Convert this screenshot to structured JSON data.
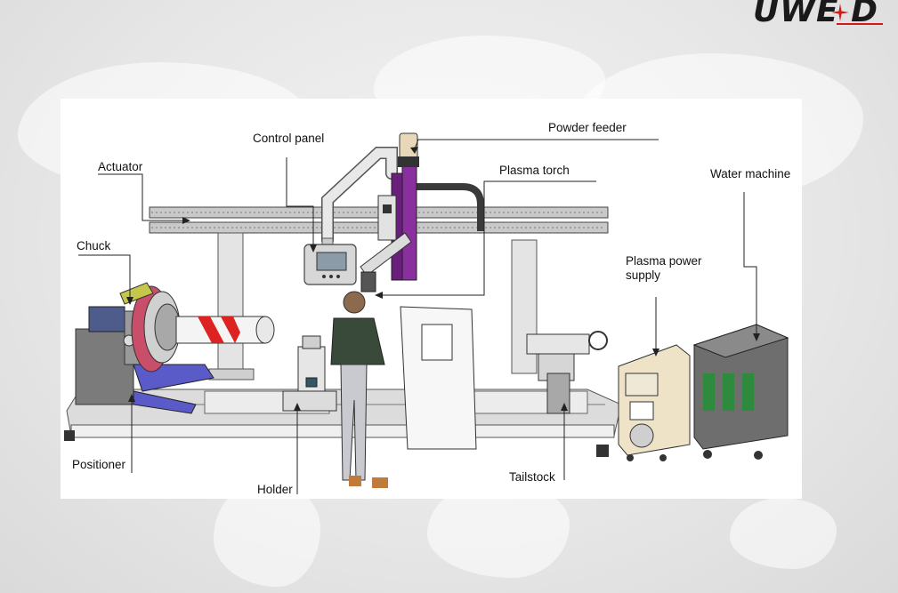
{
  "brand": {
    "logo_text": "UWE D",
    "accent_color": "#d21a1a"
  },
  "colors": {
    "purple": "#6a1f7c",
    "blue_frame": "#5a5ac8",
    "machine_gray": "#8a8a8a",
    "rail_gray": "#b9b9b9"
  },
  "labels": {
    "actuator": "Actuator",
    "control_panel": "Control panel",
    "powder_feeder": "Powder feeder",
    "plasma_torch": "Plasma torch",
    "water_machine": "Water machine",
    "chuck": "Chuck",
    "plasma_power_supply_1": "Plasma power",
    "plasma_power_supply_2": "supply",
    "positioner": "Positioner",
    "holder": "Holder",
    "tailstock": "Tailstock"
  }
}
